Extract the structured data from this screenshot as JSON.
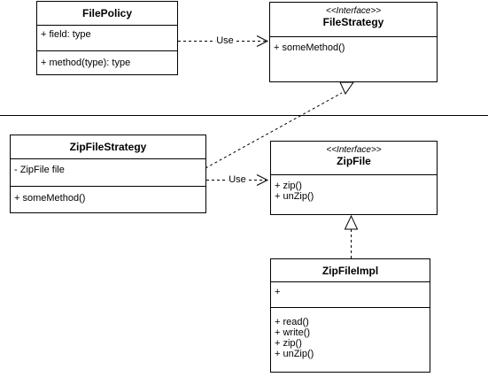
{
  "classes": {
    "file_policy": {
      "name": "FilePolicy",
      "attributes": [
        "+ field: type"
      ],
      "methods": [
        "+ method(type): type"
      ]
    },
    "file_strategy": {
      "stereotype": "<<Interface>>",
      "name": "FileStrategy",
      "methods": [
        "+ someMethod()"
      ]
    },
    "zip_file_strategy": {
      "name": "ZipFileStrategy",
      "attributes": [
        "- ZipFile file"
      ],
      "methods": [
        "+ someMethod()"
      ]
    },
    "zip_file": {
      "stereotype": "<<Interface>>",
      "name": "ZipFile",
      "methods": [
        "+ zip()",
        "+ unZip()"
      ]
    },
    "zip_file_impl": {
      "name": "ZipFileImpl",
      "attributes": [
        "+"
      ],
      "methods": [
        "+ read()",
        "+ write()",
        "+ zip()",
        "+ unZip()"
      ]
    }
  },
  "relations": {
    "policy_uses_strategy": "Use",
    "zipstrategy_uses_zipfile": "Use"
  }
}
